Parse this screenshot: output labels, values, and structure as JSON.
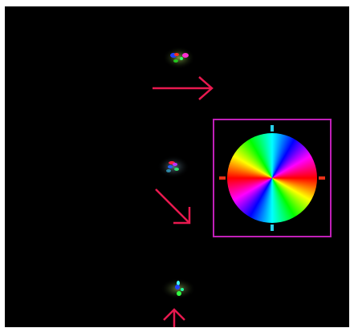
{
  "colors": {
    "background": "#000000",
    "frame": "#ffffff",
    "arrow": "#e8194f",
    "legend_border": "#c020b8",
    "tick_vertical": "#28d0e8",
    "tick_horizontal": "#e83018"
  },
  "panels": [
    {
      "name": "top-dipole",
      "arrow_direction": "right"
    },
    {
      "name": "middle-dipole",
      "arrow_direction": "down-right"
    },
    {
      "name": "bottom-dipole",
      "arrow_direction": "up"
    }
  ],
  "legend": {
    "type": "color-wheel",
    "wheel_colors": [
      "#ff0000",
      "#ffff00",
      "#00ff00",
      "#00ffff",
      "#0000ff",
      "#ff00ff",
      "#ff0000"
    ]
  }
}
